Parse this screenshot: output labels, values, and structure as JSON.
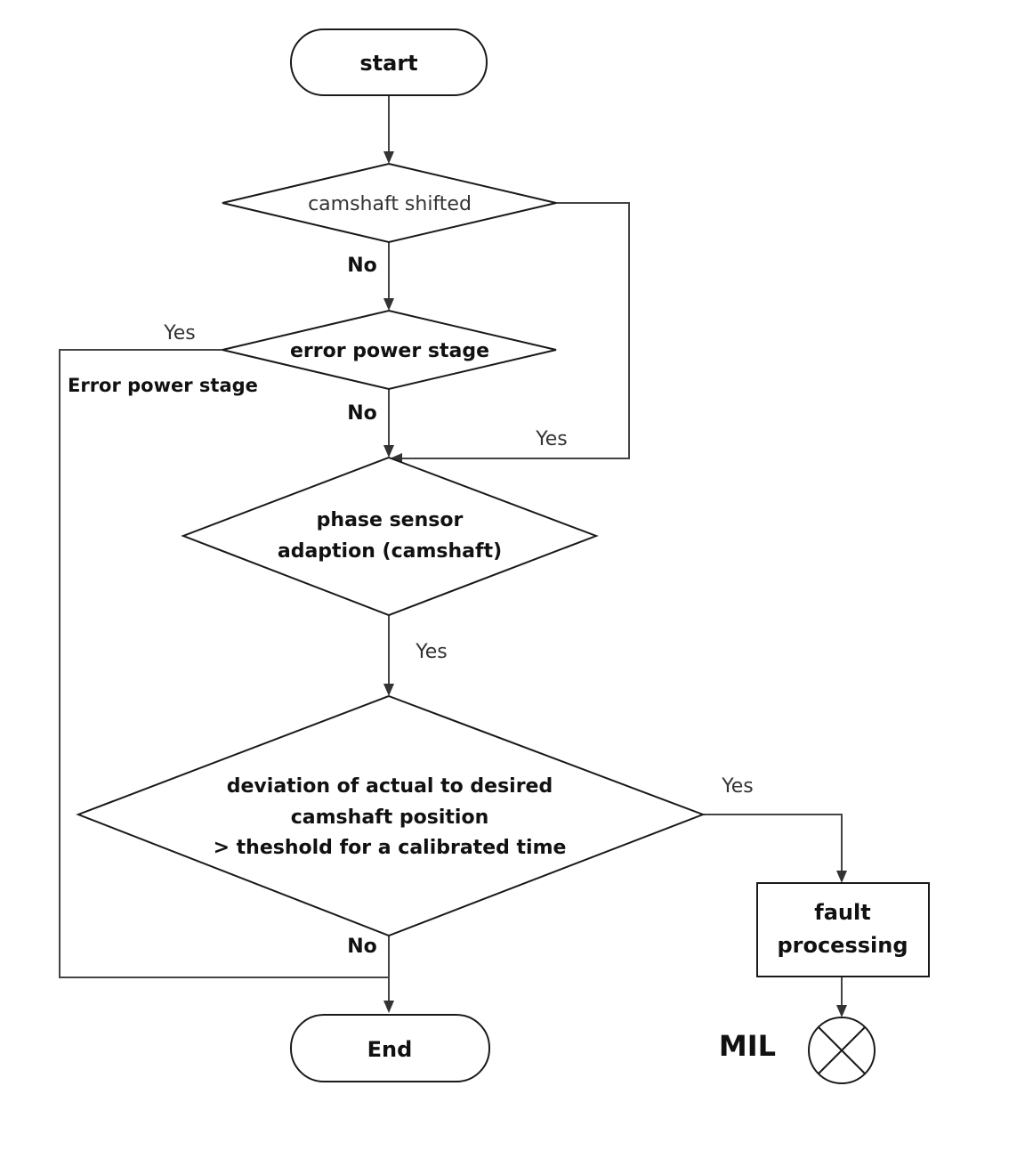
{
  "nodes": {
    "start": "start",
    "camshaft_shifted": "camshaft shifted",
    "error_power_stage": "error power stage",
    "phase_sensor_line1": "phase sensor",
    "phase_sensor_line2": "adaption (camshaft)",
    "deviation_line1": "deviation of actual to desired",
    "deviation_line2": "camshaft position",
    "deviation_line3": "> theshold for a calibrated time",
    "fault_line1": "fault",
    "fault_line2": "processing",
    "end": "End",
    "mil_label": "MIL"
  },
  "edges": {
    "camshaft_no": "No",
    "camshaft_yes": "Yes",
    "error_yes": "Yes",
    "error_yes_note": "Error power stage",
    "error_no": "No",
    "phase_yes": "Yes",
    "deviation_yes": "Yes",
    "deviation_no": "No"
  },
  "colors": {
    "line": "#444444",
    "stroke": "#1a1a1a"
  }
}
